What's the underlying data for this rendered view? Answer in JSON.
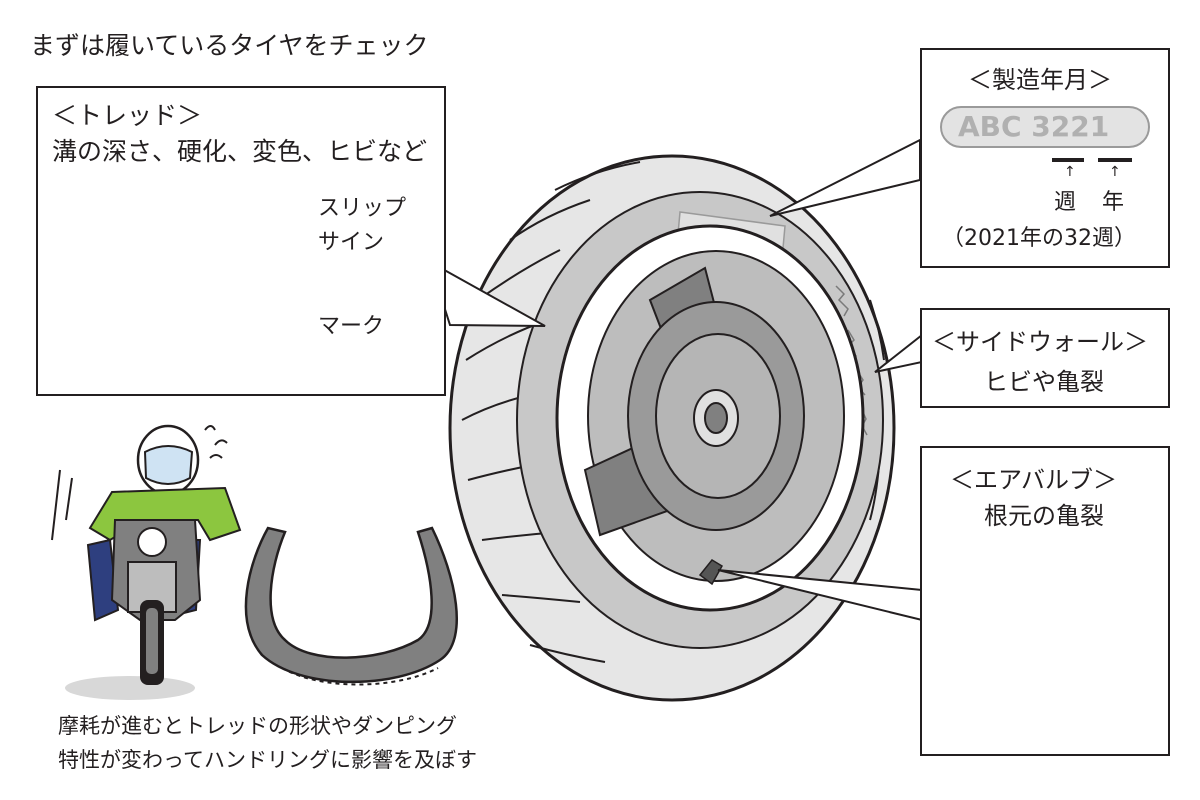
{
  "title": "まずは履いているタイヤをチェック",
  "tread": {
    "heading": "＜トレッド＞",
    "desc": "溝の深さ、硬化、変色、ヒビなど",
    "slip_sign_line1": "スリップ",
    "slip_sign_line2": "サイン",
    "mark_label": "マーク"
  },
  "manufacture": {
    "heading": "＜製造年月＞",
    "code": "ABC 3221",
    "week_label": "週",
    "year_label": "年",
    "example": "（2021年の32週）"
  },
  "sidewall": {
    "heading": "＜サイドウォール＞",
    "desc": "ヒビや亀裂"
  },
  "valve": {
    "heading": "＜エアバルブ＞",
    "desc": "根元の亀裂"
  },
  "caption": {
    "line1": "摩耗が進むとトレッドの形状やダンピング",
    "line2": "特性が変わってハンドリングに影響を及ぼす"
  },
  "colors": {
    "line": "#231f20",
    "tire": "#e6e6e6",
    "wheel_dark": "#808080",
    "wheel_mid": "#bdbdbd",
    "rider_jacket": "#8cc63f",
    "rider_pants": "#2e3f7f",
    "helmet": "#cfe3f3",
    "finger": "#f6d9a8",
    "nail": "#f2a9a0"
  }
}
